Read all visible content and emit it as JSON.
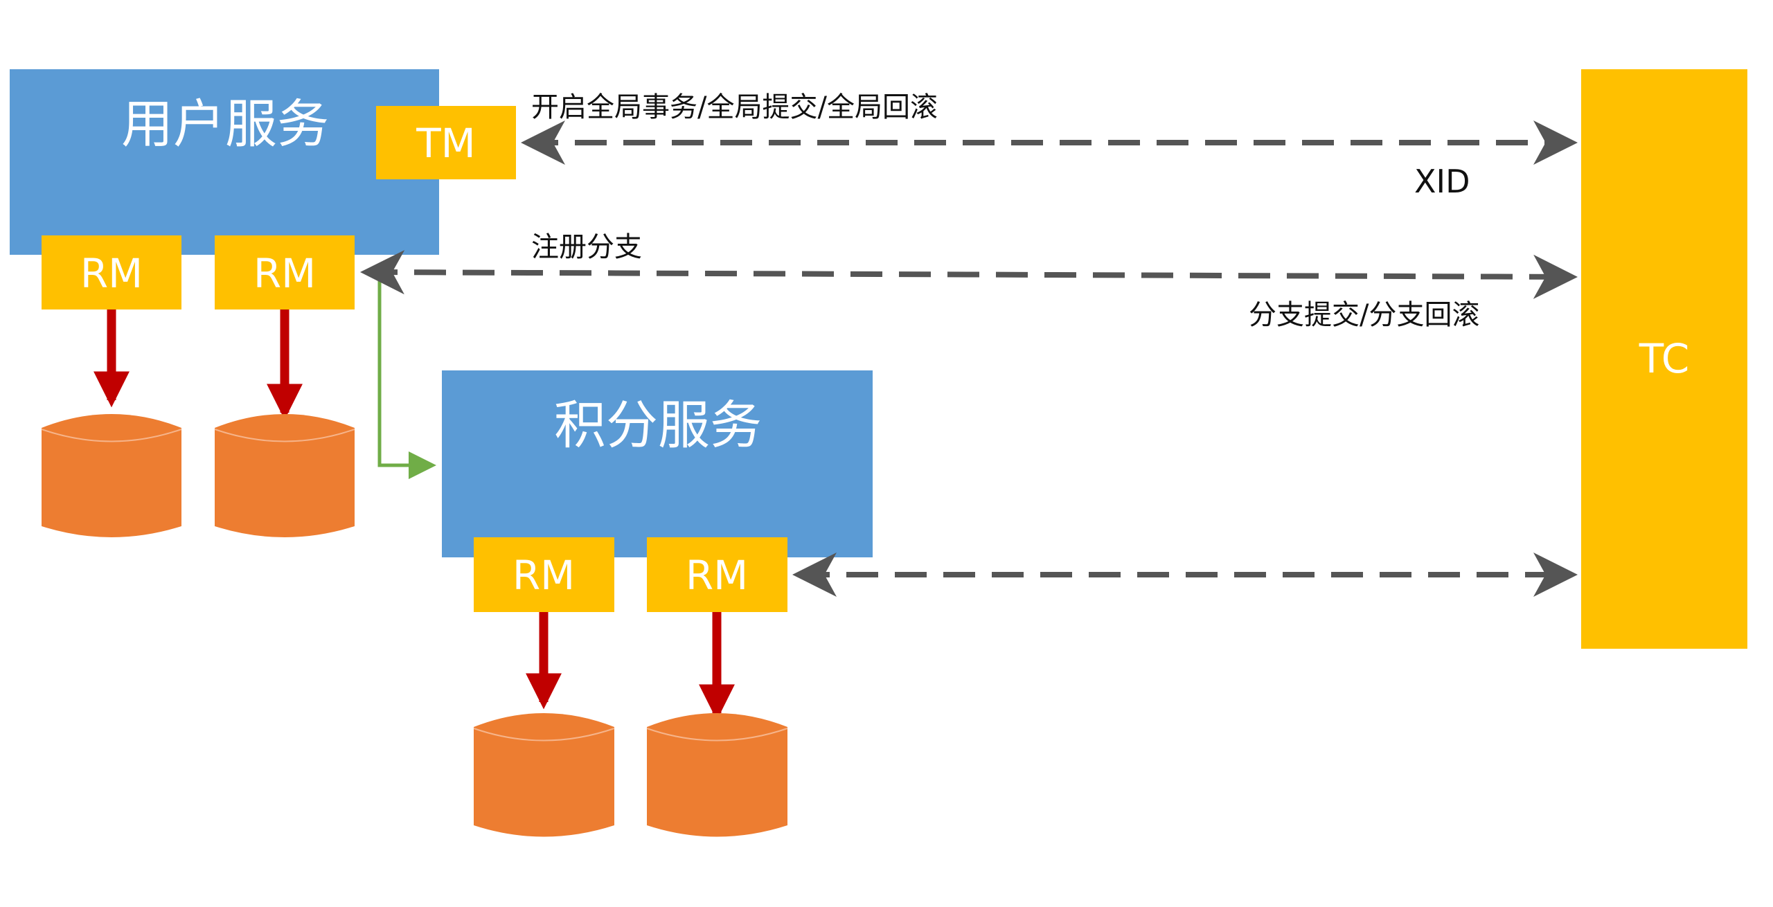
{
  "services": {
    "user_service": {
      "title": "用户服务",
      "tm_label": "TM",
      "rm_labels": [
        "RM",
        "RM"
      ]
    },
    "points_service": {
      "title": "积分服务",
      "rm_labels": [
        "RM",
        "RM"
      ]
    }
  },
  "coordinator": {
    "label": "TC"
  },
  "edges": {
    "tm_to_tc": "开启全局事务/全局提交/全局回滚",
    "xid": "XID",
    "register_branch": "注册分支",
    "branch_commit_rollback": "分支提交/分支回滚"
  },
  "colors": {
    "service_box": "#5b9bd5",
    "tag_box": "#ffc000",
    "database": "#ed7d31",
    "dashed_arrow": "#555555",
    "write_arrow": "#c00000",
    "call_arrow": "#70ad47"
  }
}
